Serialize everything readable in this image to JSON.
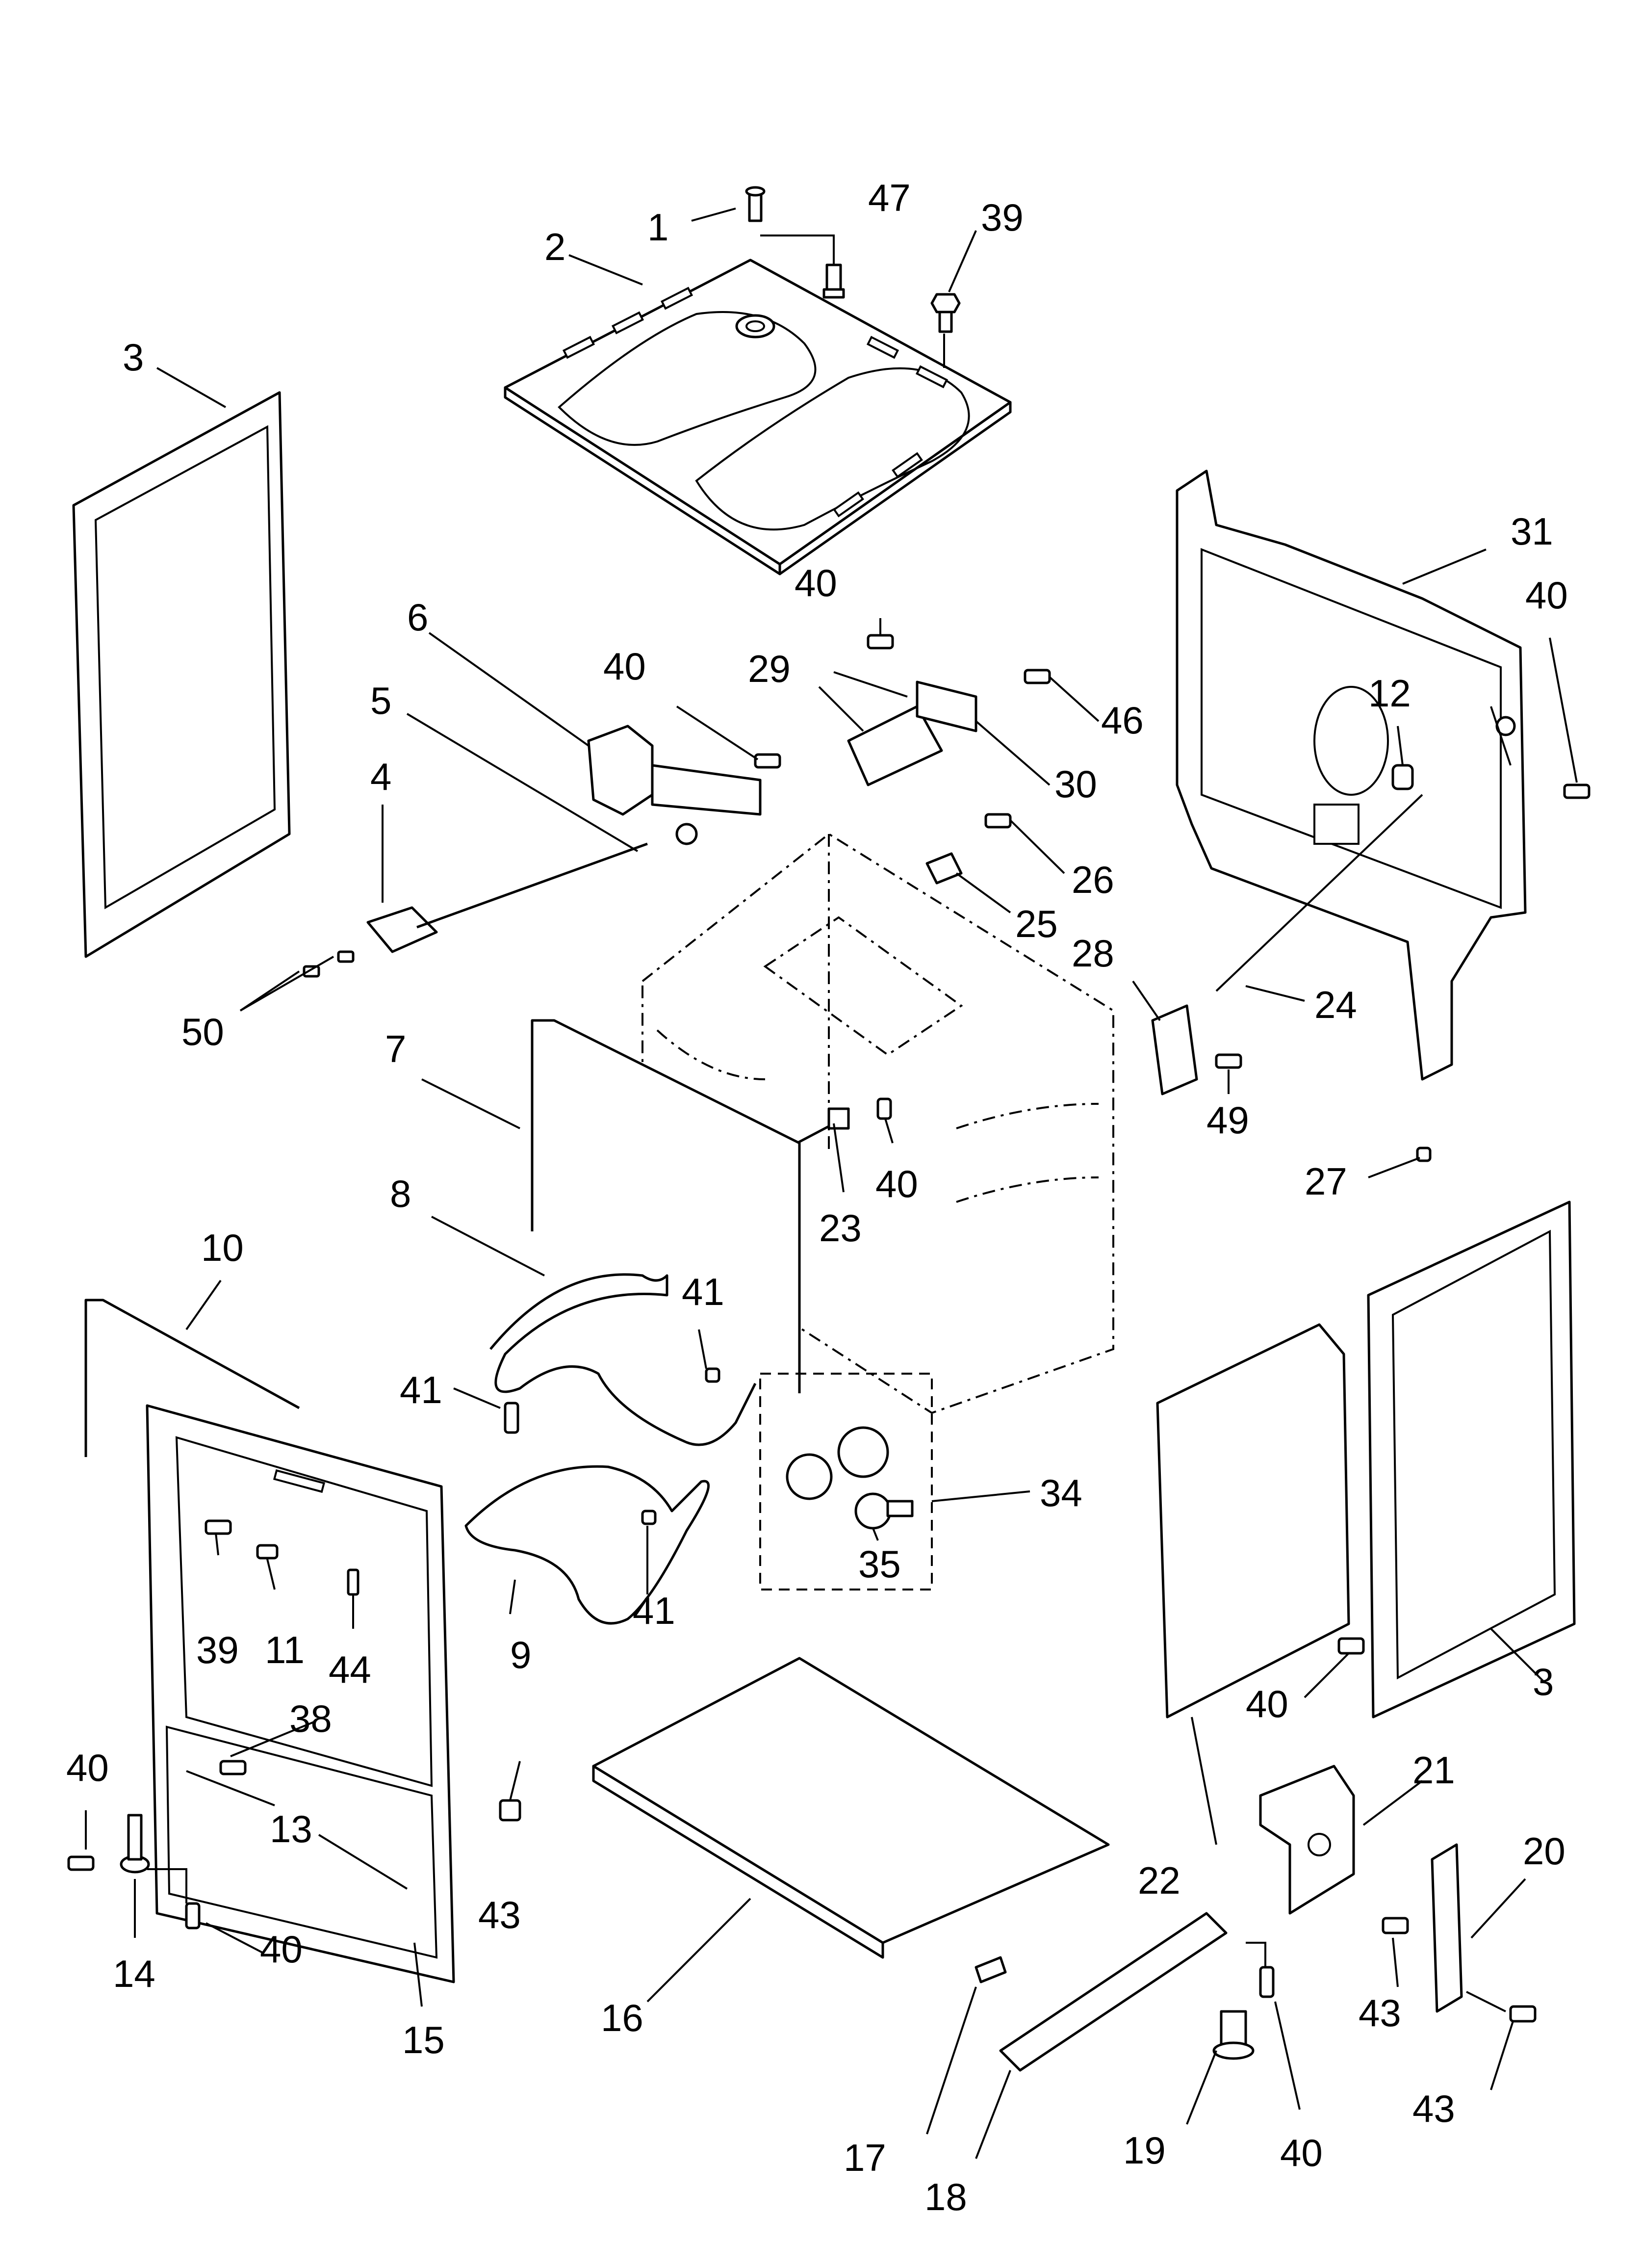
{
  "diagram": {
    "type": "exploded-parts-diagram",
    "callouts": [
      {
        "id": "c1",
        "label": "1"
      },
      {
        "id": "c2",
        "label": "2"
      },
      {
        "id": "c3a",
        "label": "3"
      },
      {
        "id": "c3b",
        "label": "3"
      },
      {
        "id": "c4",
        "label": "4"
      },
      {
        "id": "c5",
        "label": "5"
      },
      {
        "id": "c6",
        "label": "6"
      },
      {
        "id": "c7",
        "label": "7"
      },
      {
        "id": "c8",
        "label": "8"
      },
      {
        "id": "c9",
        "label": "9"
      },
      {
        "id": "c10",
        "label": "10"
      },
      {
        "id": "c11",
        "label": "11"
      },
      {
        "id": "c12",
        "label": "12"
      },
      {
        "id": "c13",
        "label": "13"
      },
      {
        "id": "c14",
        "label": "14"
      },
      {
        "id": "c15",
        "label": "15"
      },
      {
        "id": "c16",
        "label": "16"
      },
      {
        "id": "c17",
        "label": "17"
      },
      {
        "id": "c18",
        "label": "18"
      },
      {
        "id": "c19",
        "label": "19"
      },
      {
        "id": "c20",
        "label": "20"
      },
      {
        "id": "c21",
        "label": "21"
      },
      {
        "id": "c22",
        "label": "22"
      },
      {
        "id": "c23",
        "label": "23"
      },
      {
        "id": "c24",
        "label": "24"
      },
      {
        "id": "c25",
        "label": "25"
      },
      {
        "id": "c26",
        "label": "26"
      },
      {
        "id": "c27",
        "label": "27"
      },
      {
        "id": "c28",
        "label": "28"
      },
      {
        "id": "c29",
        "label": "29"
      },
      {
        "id": "c30",
        "label": "30"
      },
      {
        "id": "c31",
        "label": "31"
      },
      {
        "id": "c34",
        "label": "34"
      },
      {
        "id": "c35",
        "label": "35"
      },
      {
        "id": "c38",
        "label": "38"
      },
      {
        "id": "c39a",
        "label": "39"
      },
      {
        "id": "c39b",
        "label": "39"
      },
      {
        "id": "c40a",
        "label": "40"
      },
      {
        "id": "c40b",
        "label": "40"
      },
      {
        "id": "c40c",
        "label": "40"
      },
      {
        "id": "c40d",
        "label": "40"
      },
      {
        "id": "c40e",
        "label": "40"
      },
      {
        "id": "c40f",
        "label": "40"
      },
      {
        "id": "c40g",
        "label": "40"
      },
      {
        "id": "c40h",
        "label": "40"
      },
      {
        "id": "c41a",
        "label": "41"
      },
      {
        "id": "c41b",
        "label": "41"
      },
      {
        "id": "c41c",
        "label": "41"
      },
      {
        "id": "c43a",
        "label": "43"
      },
      {
        "id": "c43b",
        "label": "43"
      },
      {
        "id": "c43c",
        "label": "43"
      },
      {
        "id": "c44",
        "label": "44"
      },
      {
        "id": "c46",
        "label": "46"
      },
      {
        "id": "c47",
        "label": "47"
      },
      {
        "id": "c49",
        "label": "49"
      },
      {
        "id": "c50",
        "label": "50"
      }
    ]
  }
}
